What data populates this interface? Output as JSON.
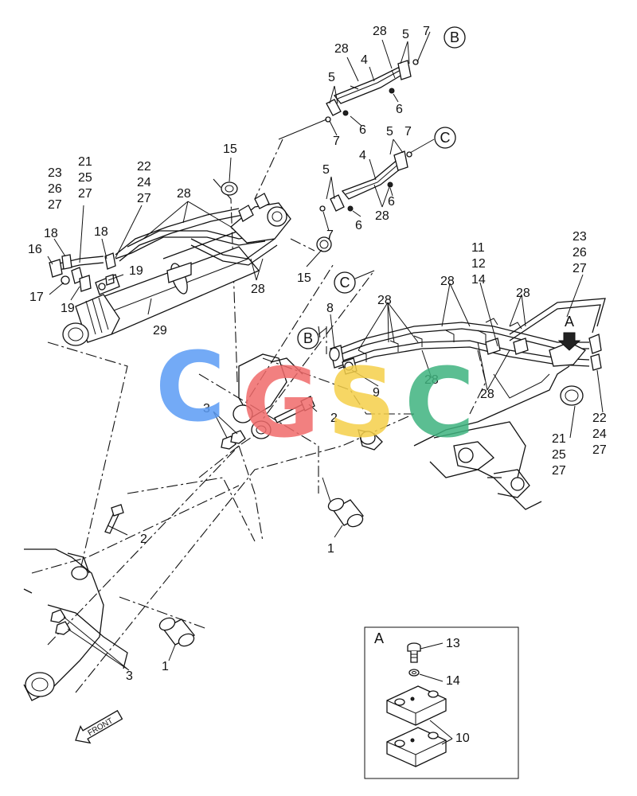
{
  "labels": {
    "l1a": "1",
    "l1b": "1",
    "l2a": "2",
    "l2b": "2",
    "l3a": "3",
    "l3b": "3",
    "l4a": "4",
    "l4b": "4",
    "l5a": "5",
    "l5b": "5",
    "l5c": "5",
    "l5d": "5",
    "l6a": "6",
    "l6b": "6",
    "l6c": "6",
    "l6d": "6",
    "l7a": "7",
    "l7b": "7",
    "l7c": "7",
    "l7d": "7",
    "l8": "8",
    "l9": "9",
    "l10": "10",
    "l11": "11",
    "l12": "12",
    "l13": "13",
    "l14a": "14",
    "l14b": "14",
    "l15a": "15",
    "l15b": "15",
    "l16": "16",
    "l17": "17",
    "l18a": "18",
    "l18b": "18",
    "l19a": "19",
    "l19b": "19",
    "l21a": "21",
    "l25a": "25",
    "l27a": "27",
    "l22a": "22",
    "l24a": "24",
    "l27b": "27",
    "l23a": "23",
    "l26a": "26",
    "l27c": "27",
    "l23b": "23",
    "l26b": "26",
    "l27d": "27",
    "l22b": "22",
    "l24b": "24",
    "l27e": "27",
    "l21b": "21",
    "l25b": "25",
    "l27f": "27",
    "l28a": "28",
    "l28b": "28",
    "l28c": "28",
    "l28d": "28",
    "l28e": "28",
    "l28f": "28",
    "l28g": "28",
    "l28h": "28",
    "l28i": "28",
    "l28j": "28",
    "l29": "29"
  },
  "callouts": {
    "B1": "B",
    "C1": "C",
    "B2": "B",
    "C2": "C",
    "A_arrow": "A"
  },
  "detail": {
    "title": "A"
  },
  "front": "FRONT",
  "watermark": {
    "letters": [
      "C",
      "G",
      "S",
      "C"
    ],
    "colors": [
      "#5b9cf5",
      "#f06a6a",
      "#f5d04a",
      "#3fb37f"
    ]
  }
}
